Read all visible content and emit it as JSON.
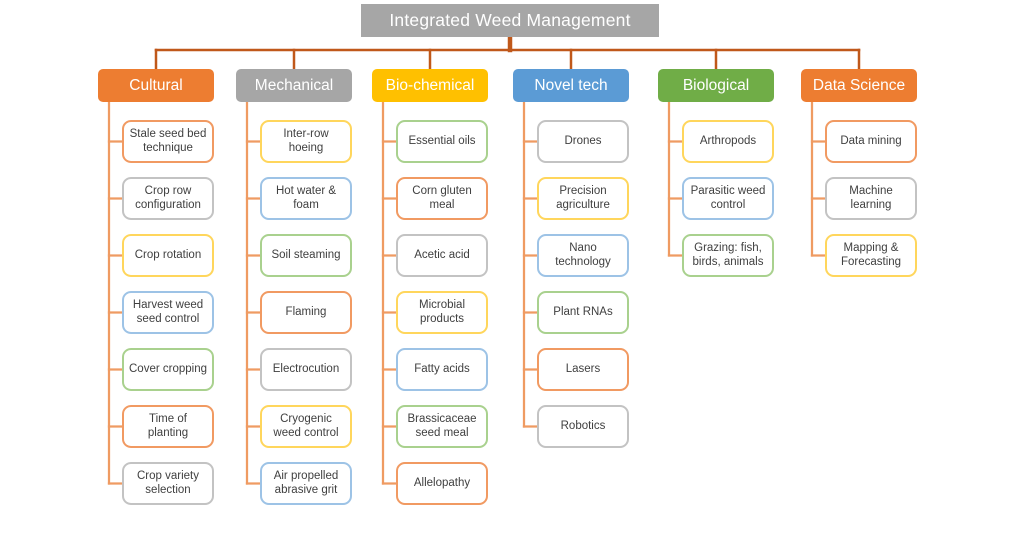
{
  "title": "Integrated Weed Management",
  "palette": {
    "title_bg": "#a6a6a6",
    "connector_dark": "#c0581a",
    "connector_light": "#ef9b62",
    "node_text": "#404040",
    "borders": {
      "orange": "#f19a62",
      "gray": "#c3c3c3",
      "yellow": "#ffd65c",
      "blue": "#9dc3e6",
      "green": "#a9d18e"
    }
  },
  "categories": [
    {
      "label": "Cultural",
      "color": "#ed7d31",
      "children": [
        {
          "label": "Stale seed bed technique",
          "border": "orange"
        },
        {
          "label": "Crop row configuration",
          "border": "gray"
        },
        {
          "label": "Crop rotation",
          "border": "yellow"
        },
        {
          "label": "Harvest weed seed control",
          "border": "blue"
        },
        {
          "label": "Cover cropping",
          "border": "green"
        },
        {
          "label": "Time of planting",
          "border": "orange"
        },
        {
          "label": "Crop variety selection",
          "border": "gray"
        }
      ]
    },
    {
      "label": "Mechanical",
      "color": "#a6a6a6",
      "children": [
        {
          "label": "Inter-row hoeing",
          "border": "yellow"
        },
        {
          "label": "Hot water & foam",
          "border": "blue"
        },
        {
          "label": "Soil steaming",
          "border": "green"
        },
        {
          "label": "Flaming",
          "border": "orange"
        },
        {
          "label": "Electrocution",
          "border": "gray"
        },
        {
          "label": "Cryogenic weed control",
          "border": "yellow"
        },
        {
          "label": "Air propelled abrasive grit",
          "border": "blue"
        }
      ]
    },
    {
      "label": "Bio-chemical",
      "color": "#ffc000",
      "children": [
        {
          "label": "Essential oils",
          "border": "green"
        },
        {
          "label": "Corn gluten meal",
          "border": "orange"
        },
        {
          "label": "Acetic acid",
          "border": "gray"
        },
        {
          "label": "Microbial products",
          "border": "yellow"
        },
        {
          "label": "Fatty acids",
          "border": "blue"
        },
        {
          "label": "Brassicaceae seed meal",
          "border": "green"
        },
        {
          "label": "Allelopathy",
          "border": "orange"
        }
      ]
    },
    {
      "label": "Novel tech",
      "color": "#5b9bd5",
      "children": [
        {
          "label": "Drones",
          "border": "gray"
        },
        {
          "label": "Precision agriculture",
          "border": "yellow"
        },
        {
          "label": "Nano technology",
          "border": "blue"
        },
        {
          "label": "Plant RNAs",
          "border": "green"
        },
        {
          "label": "Lasers",
          "border": "orange"
        },
        {
          "label": "Robotics",
          "border": "gray"
        }
      ]
    },
    {
      "label": "Biological",
      "color": "#70ad47",
      "children": [
        {
          "label": "Arthropods",
          "border": "yellow"
        },
        {
          "label": "Parasitic weed control",
          "border": "blue"
        },
        {
          "label": "Grazing: fish, birds, animals",
          "border": "green"
        }
      ]
    },
    {
      "label": "Data Science",
      "color": "#ed7d31",
      "children": [
        {
          "label": "Data mining",
          "border": "orange"
        },
        {
          "label": "Machine learning",
          "border": "gray"
        },
        {
          "label": "Mapping & Forecasting",
          "border": "yellow"
        }
      ]
    }
  ]
}
